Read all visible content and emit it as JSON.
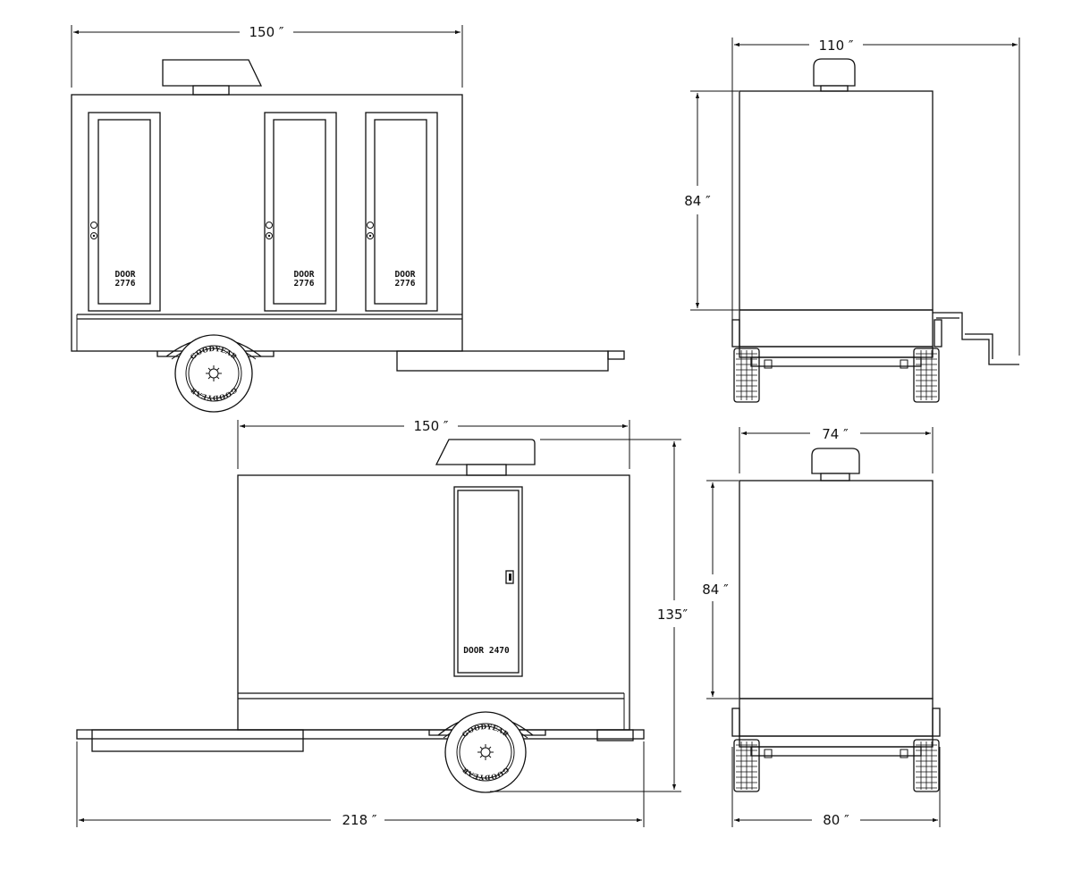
{
  "views": {
    "side_view_doors": {
      "width_label": "150 ″",
      "door_label_1": "DOOR",
      "door_label_2": "2776"
    },
    "front_view": {
      "width_label": "110 ″",
      "height_label": "84 ″"
    },
    "side_view_single_door": {
      "width_label": "150 ″",
      "total_height_label": "135″",
      "total_length_label": "218 ″",
      "door_label": "DOOR 2470"
    },
    "rear_view": {
      "width_label": "74 ″",
      "height_label": "84 ″",
      "base_width_label": "80 ″"
    }
  },
  "tire_brand": "GOODYEAR"
}
